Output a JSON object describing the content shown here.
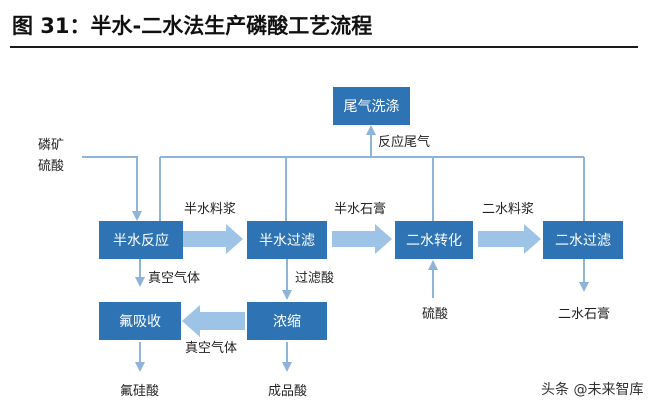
{
  "figure": {
    "title": "图 31：半水-二水法生产磷酸工艺流程"
  },
  "boxes": {
    "tail_gas_washing": "尾气洗涤",
    "hemihydrate_reaction": "半水反应",
    "hemihydrate_filtration": "半水过滤",
    "dihydrate_conversion": "二水转化",
    "dihydrate_filtration": "二水过滤",
    "fluorine_absorption": "氟吸收",
    "concentration": "浓缩"
  },
  "labels": {
    "phosphate_rock": "磷矿",
    "sulfuric_acid_in": "硫酸",
    "reaction_tail_gas": "反应尾气",
    "hemihydrate_slurry": "半水料浆",
    "hemihydrate_gypsum": "半水石膏",
    "dihydrate_slurry": "二水料浆",
    "vacuum_gas_1": "真空气体",
    "filtrate_acid": "过滤酸",
    "vacuum_gas_2": "真空气体",
    "sulfuric_acid_2": "硫酸",
    "dihydrate_gypsum": "二水石膏",
    "fluorosilicic_acid": "氟硅酸",
    "product_acid": "成品酸"
  },
  "watermark": "头条 @未来智库",
  "colors": {
    "box_fill": "#2e74b5",
    "arrow_fill": "#9dc3e6",
    "line": "#8fb4d9"
  }
}
